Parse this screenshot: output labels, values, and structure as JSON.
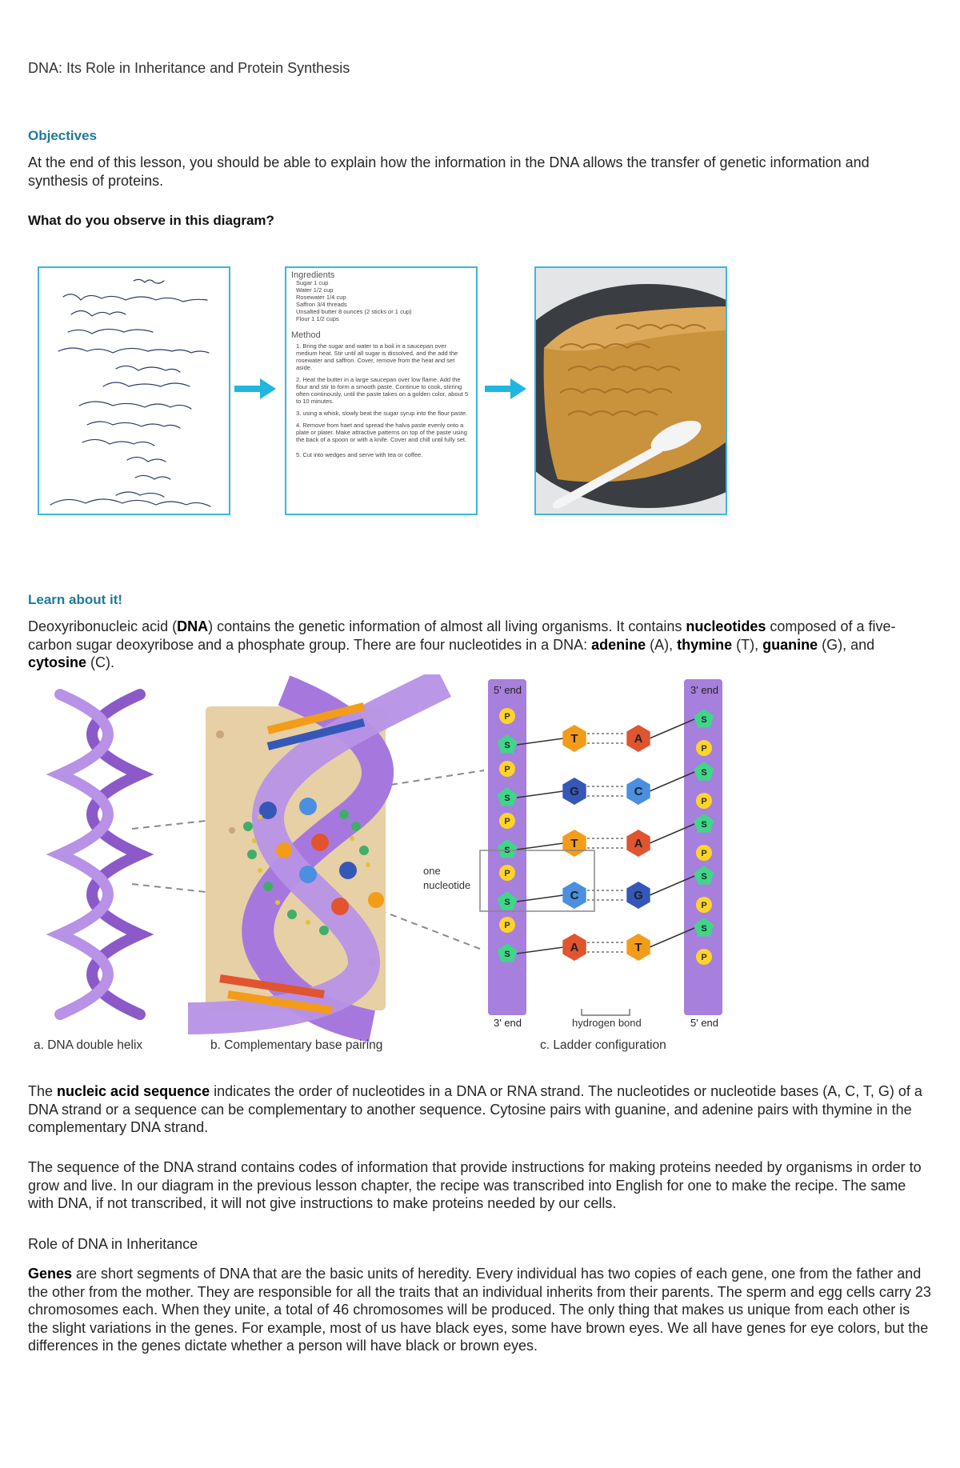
{
  "title": "DNA: Its Role in Inheritance and Protein Synthesis",
  "objectives": {
    "heading": "Objectives",
    "text": "At the end of this lesson, you should be able to explain how the information in the DNA allows the transfer of genetic information and synthesis of proteins."
  },
  "question": "What do you observe in this diagram?",
  "recipe": {
    "ingredients_heading": "Ingredients",
    "ingredients": [
      "Sugar    1 cup",
      "Water    1/2 cup",
      "Rosewater    1/4 cup",
      "Saffron    3/4 threads",
      "Unsalted butter    8 ounces (2 sticks or 1 cup)",
      "Flour    1 1/2 cups"
    ],
    "method_heading": "Method",
    "steps": [
      "1. Bring the sugar and water to a boil in a saucepan over medium heat. Stir until all sugar is dissolved, and the add the rosewater and saffron. Cover, remove from the heat and set aside.",
      "2. Heat the butter in a large saucepan over low flame. Add the flour and stir to form a smooth paste. Continue to cook, stirring often continously, until the paste takes on a golden color, about 5 to 10 minutes.",
      "3. using a whisk, slowly beat the sugar syrup into the flour paste.",
      "4. Remove from haet and spread the halva paste evenly onto a plate or plater. Make attractive patterns on top of the paste using the back of a spoon or with a knife. Cover and chill until fully set.",
      "5. Cut into wedges and serve with tea or coffee."
    ]
  },
  "learn": {
    "heading": "Learn about it!",
    "p1_a": "Deoxyribonucleic acid (",
    "p1_b": "DNA",
    "p1_c": ") contains the genetic information of almost all living organisms. It contains ",
    "p1_d": "nucleotides",
    "p1_e": " composed of a five-carbon sugar deoxyribose and a phosphate group. There are four nucleotides in a DNA: ",
    "adenine": "adenine",
    "adenine_sym": " (A), ",
    "thymine": "thymine",
    "thymine_sym": " (T), ",
    "guanine": "guanine",
    "guanine_sym": " (G), and ",
    "cytosine": "cytosine",
    "cytosine_sym": " (C)."
  },
  "diagram": {
    "caption_a": "a. DNA double helix",
    "caption_b": "b. Complementary base pairing",
    "caption_c": "c. Ladder configuration",
    "five_end_top": "5' end",
    "three_end_top": "3' end",
    "three_end_bottom": "3' end",
    "five_end_bottom": "5' end",
    "one_nucleotide": "one nucleotide",
    "hydrogen_bond": "hydrogen bond",
    "p": "P",
    "s": "S",
    "left_bases": [
      "T",
      "G",
      "T",
      "C",
      "A"
    ],
    "right_bases": [
      "A",
      "C",
      "A",
      "G",
      "T"
    ],
    "colors": {
      "A": "#e0542f",
      "T": "#f39c1a",
      "G": "#3558b8",
      "C": "#4a8fe0",
      "phosphate": "#ffd42a",
      "sugar": "#3fd68a",
      "backbone": "#a77fdc",
      "helix": "#9b6bd6"
    }
  },
  "paragraphs": {
    "p2_a": "The ",
    "p2_b": "nucleic acid sequence",
    "p2_c": " indicates the order of nucleotides in a DNA or RNA strand. The nucleotides or nucleotide bases (A, C, T, G) of a DNA strand or a sequence can be complementary to another sequence. Cytosine pairs with guanine, and adenine pairs with thymine in the complementary DNA strand.",
    "p3": "The sequence of the DNA strand contains codes of information that provide instructions for making proteins needed by organisms in order to grow and live. In our diagram in the previous lesson chapter, the recipe was transcribed into English for one to make the recipe. The same with DNA, if not transcribed, it will not give instructions to make proteins needed by our cells.",
    "role_heading": "Role of DNA in Inheritance",
    "p4_a": "Genes",
    "p4_b": " are short segments of DNA that are the basic units of heredity. Every individual has two copies of each gene, one from the father and the other from the mother. They are responsible for all the traits that an individual inherits from their parents. The sperm and egg cells carry 23 chromosomes each. When they unite, a total of 46 chromosomes will be produced. The only thing that makes us unique from each other is the slight variations in the genes. For example, most of us have black eyes, some have brown eyes. We all have genes for eye colors, but the differences in the genes dictate whether a person will have black or brown eyes."
  }
}
